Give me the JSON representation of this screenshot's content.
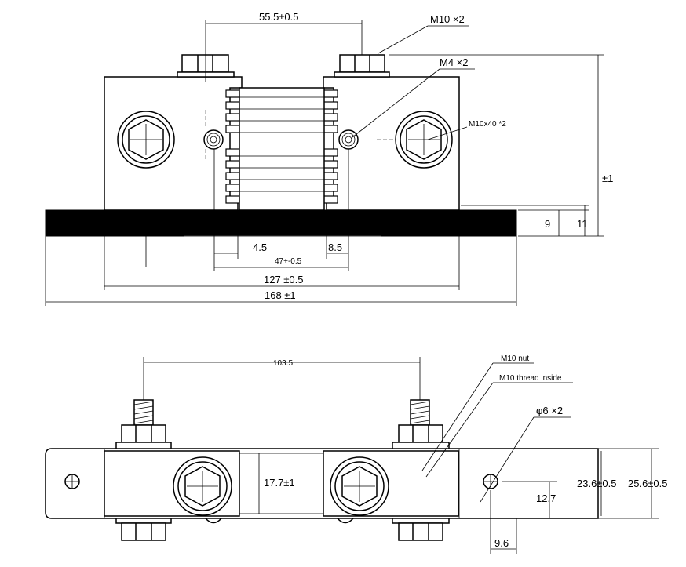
{
  "top_view": {
    "dimensions": {
      "terminal_spacing": "55.5±0.5",
      "height_tol": "±1",
      "bar_thickness": "9",
      "base_thickness": "11",
      "gap_left": "4.5",
      "gap_right": "8.5",
      "fin_width": "47+-0.5",
      "block_span": "127 ±0.5",
      "overall_length": "168  ±1"
    },
    "callouts": {
      "bolt_m10": "M10 ×2",
      "screw_m4": "M4 ×2",
      "bolt_m10x40": "M10x40 *2"
    }
  },
  "bottom_view": {
    "dimensions": {
      "terminal_spacing": "103.5",
      "gap_height": "17.7±1",
      "width_inner": "23.6±0.5",
      "width_outer": "25.6±0.5",
      "hole_height": "12.7",
      "hole_offset": "9.6"
    },
    "callouts": {
      "nut": "M10 nut",
      "thread": "M10 thread inside",
      "hole": "φ6 ×2"
    }
  }
}
